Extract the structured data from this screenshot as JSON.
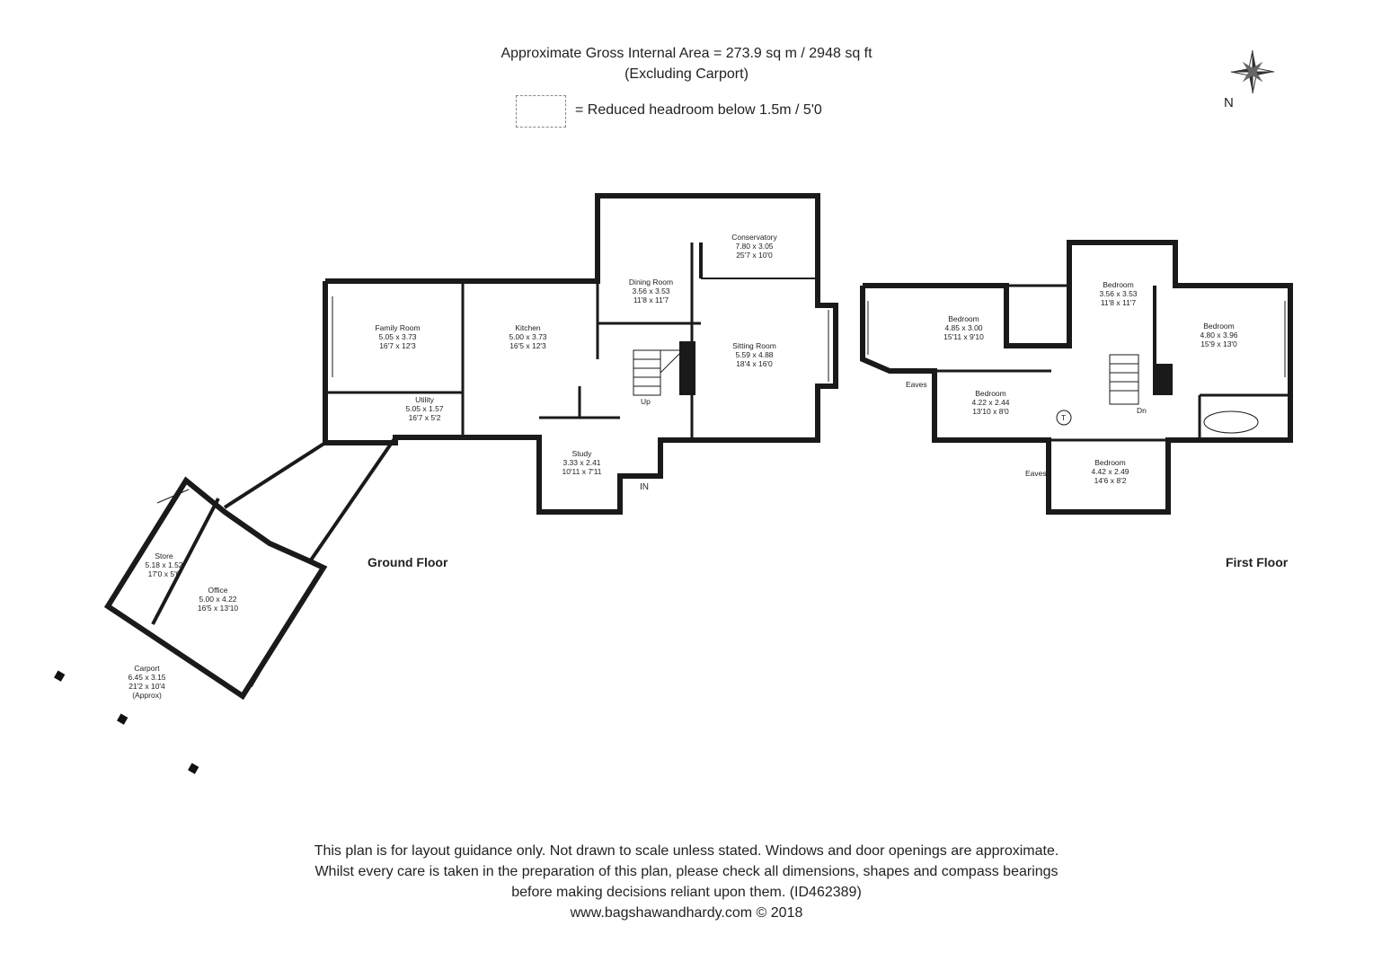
{
  "header": {
    "area_line": "Approximate Gross Internal Area = 273.9 sq m / 2948 sq ft",
    "excluding_line": "(Excluding Carport)",
    "legend_text": "= Reduced headroom below 1.5m / 5'0"
  },
  "compass": {
    "label": "N"
  },
  "floors": {
    "ground": {
      "label": "Ground Floor",
      "rooms": [
        {
          "name": "Family Room",
          "metric": "5.05 x 3.73",
          "imperial": "16'7 x 12'3"
        },
        {
          "name": "Kitchen",
          "metric": "5.00 x 3.73",
          "imperial": "16'5 x 12'3"
        },
        {
          "name": "Dining Room",
          "metric": "3.56 x 3.53",
          "imperial": "11'8 x 11'7"
        },
        {
          "name": "Conservatory",
          "metric": "7.80 x 3.05",
          "imperial": "25'7 x 10'0"
        },
        {
          "name": "Sitting Room",
          "metric": "5.59 x 4.88",
          "imperial": "18'4 x 16'0"
        },
        {
          "name": "Utility",
          "metric": "5.05 x 1.57",
          "imperial": "16'7 x 5'2"
        },
        {
          "name": "Study",
          "metric": "3.33 x 2.41",
          "imperial": "10'11 x 7'11"
        },
        {
          "name": "Store",
          "metric": "5.18 x 1.52",
          "imperial": "17'0 x 5'0"
        },
        {
          "name": "Office",
          "metric": "5.00 x 4.22",
          "imperial": "16'5 x 13'10"
        },
        {
          "name": "Carport",
          "metric": "6.45 x 3.15",
          "imperial": "21'2 x 10'4",
          "note": "(Approx)"
        }
      ],
      "labels": {
        "up": "Up",
        "in": "IN"
      }
    },
    "first": {
      "label": "First Floor",
      "rooms": [
        {
          "name": "Bedroom",
          "metric": "4.85 x 3.00",
          "imperial": "15'11 x 9'10"
        },
        {
          "name": "Bedroom",
          "metric": "3.56 x 3.53",
          "imperial": "11'8 x 11'7"
        },
        {
          "name": "Bedroom",
          "metric": "4.80 x 3.96",
          "imperial": "15'9 x 13'0"
        },
        {
          "name": "Bedroom",
          "metric": "4.22 x 2.44",
          "imperial": "13'10 x 8'0"
        },
        {
          "name": "Bedroom",
          "metric": "4.42 x 2.49",
          "imperial": "14'6 x 8'2"
        }
      ],
      "labels": {
        "dn": "Dn",
        "eaves1": "Eaves",
        "eaves2": "Eaves",
        "tank": "T"
      }
    }
  },
  "footer": {
    "line1": "This plan is for layout guidance only. Not drawn to scale unless stated. Windows and door openings are approximate.",
    "line2": "Whilst every care is taken in the preparation of this plan, please check all dimensions, shapes and compass bearings",
    "line3": "before making decisions reliant upon them. (ID462389)",
    "line4": "www.bagshawandhardy.com © 2018"
  }
}
